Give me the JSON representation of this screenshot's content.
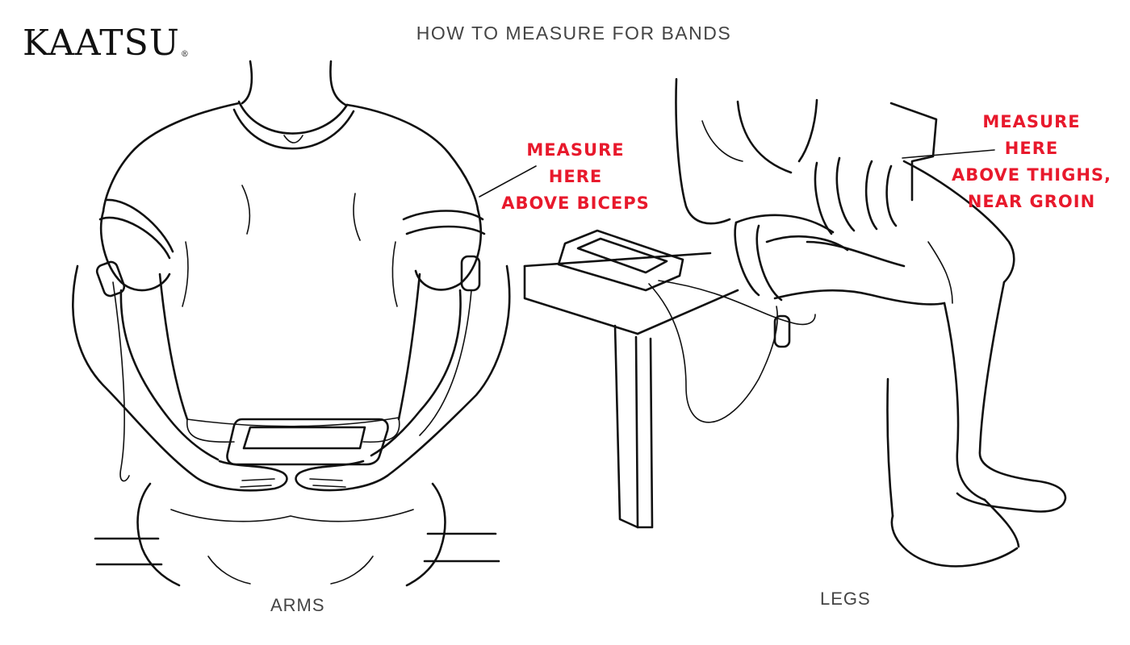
{
  "brand": {
    "name": "KAATSU",
    "mark": "®"
  },
  "title": "HOW TO MEASURE FOR BANDS",
  "captions": {
    "arms": "ARMS",
    "legs": "LEGS"
  },
  "notes": {
    "arms": [
      "MEASURE",
      "HERE",
      "ABOVE BICEPS"
    ],
    "legs": [
      "MEASURE",
      "HERE",
      "ABOVE THIGHS,",
      "NEAR GROIN"
    ]
  },
  "colors": {
    "accent": "#e8192c",
    "line": "#111111",
    "text": "#444444"
  }
}
